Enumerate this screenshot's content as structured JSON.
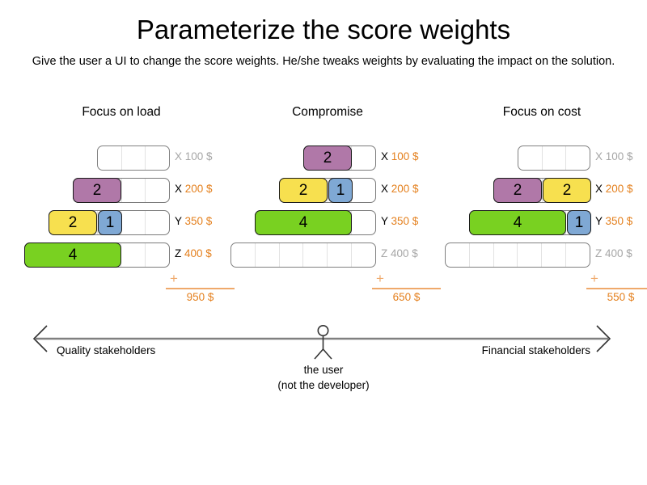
{
  "slide": {
    "title": "Parameterize the score weights",
    "subtitle": "Give the user a UI to change the score weights. He/she tweaks weights by evaluating the impact on the solution."
  },
  "colors": {
    "purple": "#B078A8",
    "yellow": "#F7E04F",
    "blue": "#7FA8D4",
    "green": "#79D121",
    "orange": "#E4801E",
    "orange_light": "#EFA96B",
    "gray_inactive": "#a6a6a6",
    "track_border": "#808080",
    "seg_border": "#1a1a1a"
  },
  "columns": [
    {
      "title": "Focus on load",
      "rows": [
        {
          "key": "X",
          "amount": "100 $",
          "active": false,
          "cells": 3,
          "segments": []
        },
        {
          "key": "X",
          "amount": "200 $",
          "active": true,
          "cells": 4,
          "segments": [
            {
              "value": "2",
              "units": 2,
              "color": "#B078A8"
            }
          ]
        },
        {
          "key": "Y",
          "amount": "350 $",
          "active": true,
          "cells": 5,
          "segments": [
            {
              "value": "2",
              "units": 2,
              "color": "#F7E04F"
            },
            {
              "value": "1",
              "units": 1,
              "color": "#7FA8D4"
            }
          ]
        },
        {
          "key": "Z",
          "amount": "400 $",
          "active": true,
          "cells": 6,
          "segments": [
            {
              "value": "4",
              "units": 4,
              "color": "#79D121"
            }
          ]
        }
      ],
      "total": {
        "plus": "+",
        "value": "950 $"
      }
    },
    {
      "title": "Compromise",
      "rows": [
        {
          "key": "X",
          "amount": "100 $",
          "active": true,
          "cells": 3,
          "segments": [
            {
              "value": "2",
              "units": 2,
              "color": "#B078A8"
            }
          ]
        },
        {
          "key": "X",
          "amount": "200 $",
          "active": true,
          "cells": 4,
          "segments": [
            {
              "value": "2",
              "units": 2,
              "color": "#F7E04F"
            },
            {
              "value": "1",
              "units": 1,
              "color": "#7FA8D4"
            }
          ]
        },
        {
          "key": "Y",
          "amount": "350 $",
          "active": true,
          "cells": 5,
          "segments": [
            {
              "value": "4",
              "units": 4,
              "color": "#79D121"
            }
          ]
        },
        {
          "key": "Z",
          "amount": "400 $",
          "active": false,
          "cells": 6,
          "segments": []
        }
      ],
      "total": {
        "plus": "+",
        "value": "650 $"
      }
    },
    {
      "title": "Focus on cost",
      "rows": [
        {
          "key": "X",
          "amount": "100 $",
          "active": false,
          "cells": 3,
          "segments": []
        },
        {
          "key": "X",
          "amount": "200 $",
          "active": true,
          "cells": 4,
          "segments": [
            {
              "value": "2",
              "units": 2,
              "color": "#B078A8"
            },
            {
              "value": "2",
              "units": 2,
              "color": "#F7E04F"
            }
          ]
        },
        {
          "key": "Y",
          "amount": "350 $",
          "active": true,
          "cells": 5,
          "segments": [
            {
              "value": "4",
              "units": 4,
              "color": "#79D121"
            },
            {
              "value": "1",
              "units": 1,
              "color": "#7FA8D4"
            }
          ]
        },
        {
          "key": "Z",
          "amount": "400 $",
          "active": false,
          "cells": 6,
          "segments": []
        }
      ],
      "total": {
        "plus": "+",
        "value": "550 $"
      }
    }
  ],
  "axis": {
    "left_label": "Quality stakeholders",
    "right_label": "Financial stakeholders",
    "user_line1": "the user",
    "user_line2": "(not the developer)"
  }
}
